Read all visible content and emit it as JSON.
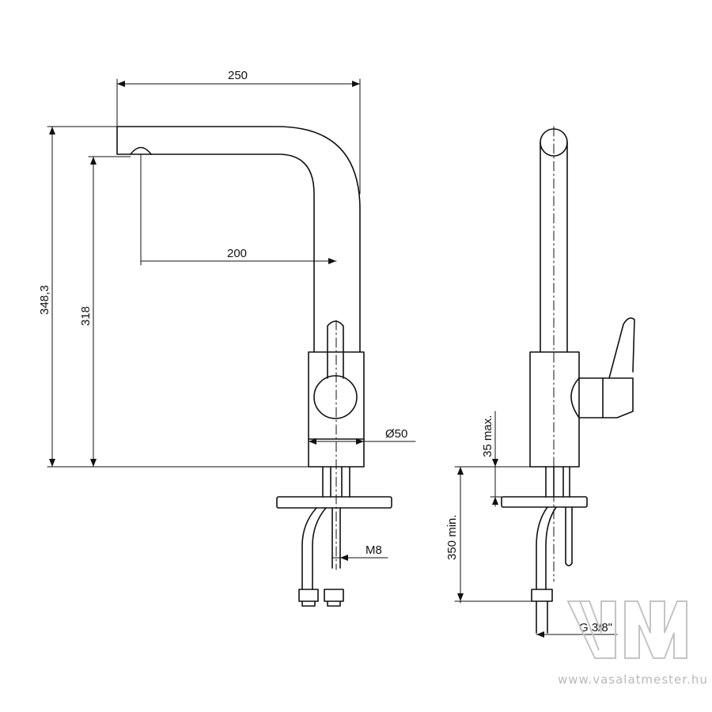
{
  "drawing": {
    "colors": {
      "line": "#111111",
      "watermark": "#c4c4c4"
    },
    "front_view": {
      "dimensions": {
        "spout_reach": "250",
        "outlet_to_axis": "200",
        "total_height": "348,3",
        "outlet_height": "318",
        "body_diameter": "Ø50",
        "stud_thread": "M8"
      }
    },
    "side_view": {
      "dimensions": {
        "deck_thickness_max": "35 max.",
        "hose_length_min": "350 min.",
        "hose_connection": "G 3/8\""
      }
    },
    "watermark": {
      "logo_text": "VM",
      "url": "www.vasalatmester.hu"
    }
  }
}
